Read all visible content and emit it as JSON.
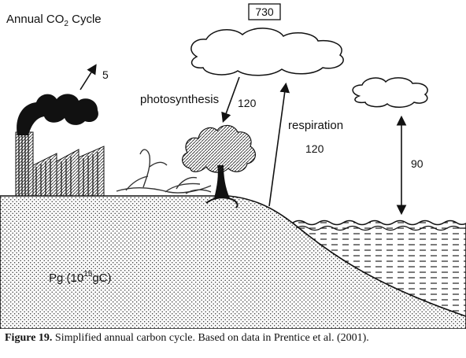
{
  "diagram": {
    "title_main": "Annual CO",
    "title_sub": "2",
    "title_end": " Cycle",
    "atmosphere_value": "730",
    "emissions_value": "5",
    "photosynthesis_label": "photosynthesis",
    "photosynthesis_value": "120",
    "respiration_label": "respiration",
    "respiration_value": "120",
    "ocean_exchange_value": "90",
    "units_main": "Pg (10",
    "units_sup": "15",
    "units_end": "gC)"
  },
  "caption": {
    "label": "Figure 19.",
    "text": " Simplified annual carbon cycle. Based on data in Prentice et al. (2001)."
  }
}
